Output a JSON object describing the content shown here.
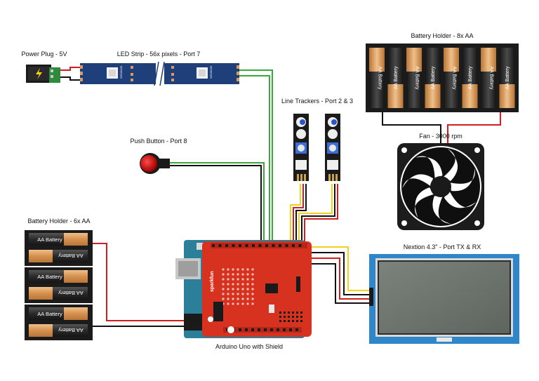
{
  "labels": {
    "power_plug": "Power Plug - 5V",
    "led_strip": "LED Strip - 56x pixels - Port 7",
    "push_button": "Push Button - Port 8",
    "battery_6": "Battery Holder - 6x AA",
    "line_trackers": "Line Trackers - Port 2 & 3",
    "battery_8": "Battery Holder - 8x AA",
    "fan": "Fan - 3000 rpm",
    "nextion": "Nextion 4.3\" - Port TX & RX",
    "arduino": "Arduino Uno with Shield"
  },
  "battery_text": "AA Battery",
  "led_chip_text": "WS2812B",
  "sparkfun_text": "sparkfun",
  "colors": {
    "wire_red": "#d11f1f",
    "wire_black": "#111111",
    "wire_green": "#3aa83a",
    "wire_yellow": "#f2d21b",
    "shield_red": "#d6321f",
    "arduino_teal": "#2b7f98",
    "pcb_blue": "#1e3f7a",
    "screen_frame": "#2f86c9",
    "screen_glass": "#6f7670",
    "battery_copper": "#d99a5b",
    "battery_dark": "#2a2a2a"
  },
  "icons": [
    "dc-jack-icon",
    "led-strip-icon",
    "push-button-icon",
    "battery-holder-icon",
    "line-tracker-icon",
    "fan-icon",
    "arduino-board-icon",
    "lcd-display-icon"
  ]
}
